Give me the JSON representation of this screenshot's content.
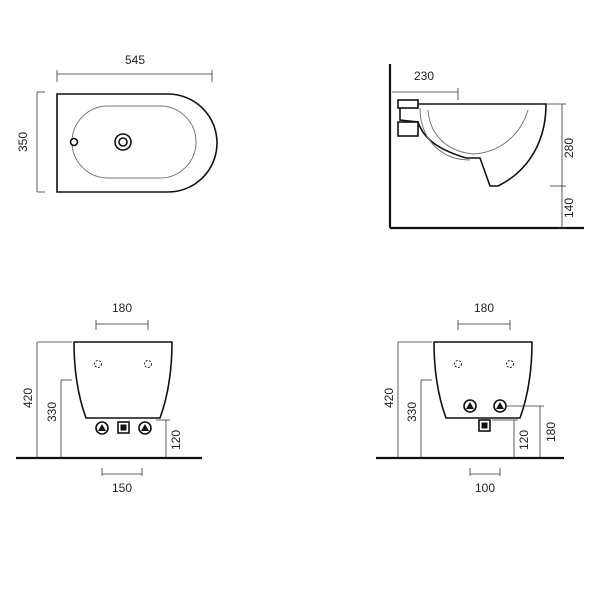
{
  "dimensions": {
    "top_width": "545",
    "top_depth": "350",
    "side_projection": "230",
    "side_height": "280",
    "side_floor": "140",
    "front1_hole_spacing": "180",
    "front1_total_height": "420",
    "front1_height": "330",
    "front1_drain_height": "120",
    "front1_spacing": "150",
    "front2_hole_spacing": "180",
    "front2_total_height": "420",
    "front2_height": "330",
    "front2_drain_height": "120",
    "front2_inlet_height": "180",
    "front2_spacing": "100"
  }
}
